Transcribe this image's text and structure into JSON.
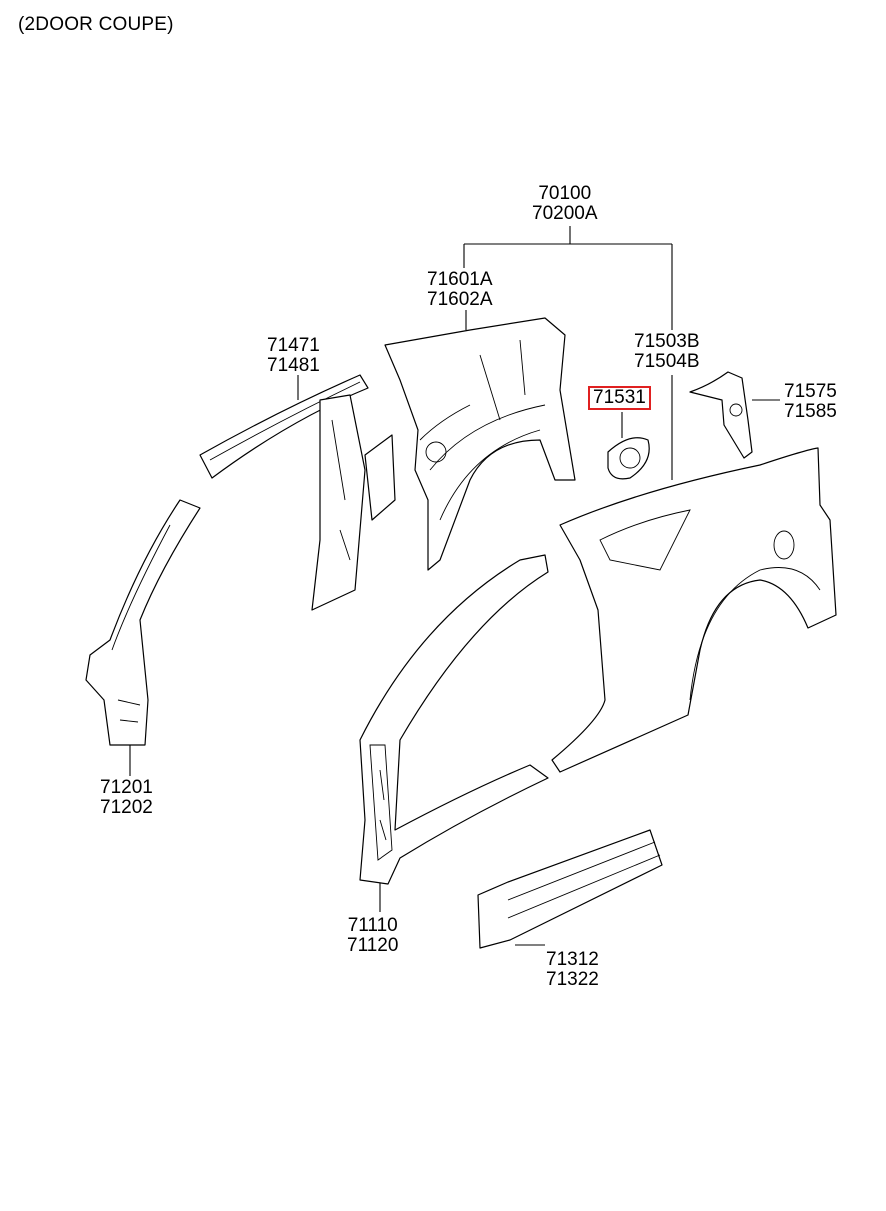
{
  "header": {
    "title": "(2DOOR COUPE)"
  },
  "labels": {
    "l70100": [
      "70100",
      "70200A"
    ],
    "l71601": [
      "71601A",
      "71602A"
    ],
    "l71471": [
      "71471",
      "71481"
    ],
    "l71503": [
      "71503B",
      "71504B"
    ],
    "l71531": "71531",
    "l71575": [
      "71575",
      "71585"
    ],
    "l71201": [
      "71201",
      "71202"
    ],
    "l71110": [
      "71110",
      "71120"
    ],
    "l71312": [
      "71312",
      "71322"
    ]
  },
  "highlight_color": "#e02020"
}
